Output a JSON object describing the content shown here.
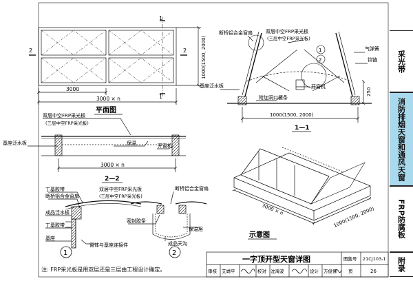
{
  "sidebar": {
    "tabs": [
      {
        "label": "采光带",
        "active": false
      },
      {
        "label": "消防排烟天窗和通风天窗",
        "active": true
      },
      {
        "label": "FRP防腐板",
        "active": false
      },
      {
        "label": "附录",
        "active": false
      }
    ]
  },
  "plan": {
    "title": "平面图",
    "dim_inner": "3000",
    "dim_total": "3000 × n",
    "dim_side": "1000(1500, 2000)",
    "section_mark_v": "1",
    "section_mark_h": "2"
  },
  "section22": {
    "title": "2—2",
    "label_panel_1": "双层中空FRP采光板",
    "label_panel_2": "(三层中空FRP采光板)",
    "label_base": "基座泛水板",
    "label_insulation": "保温",
    "label_opener": "开窗机",
    "dim_total": "3000 × n"
  },
  "section11": {
    "title": "1—1",
    "label_frame": "断桥铝合金窗扇",
    "label_panel_1": "双层中空FRP采光板",
    "label_panel_2": "(三层中空FRP采光板)",
    "label_spring": "气弹簧",
    "label_hinge": "铰链",
    "label_base": "基座泛水板",
    "label_opener": "开窗机",
    "label_purlin": "附加洞口檩条",
    "dim_250": "250",
    "dim_width": "1000(1500, 2000)",
    "callout_1": "1",
    "callout_2": "2"
  },
  "detail1": {
    "callout": "1",
    "label_panel_1": "双层中空FRP采光板",
    "label_panel_2": "(三层中空FRP采光板)",
    "label_tape": "丁基胶带",
    "label_frame": "断桥铝合金窗扇",
    "label_flashing": "成品泛水板",
    "label_tape2": "丁基胶带",
    "label_base": "基座",
    "label_bracket": "窗体与基座连接件"
  },
  "detail2": {
    "callout": "2",
    "label_frame": "断桥铝合金窗扇",
    "label_seal": "密封胶条",
    "label_insulation": "保温层",
    "label_gutter": "成品天沟"
  },
  "isometric": {
    "title": "示意图",
    "dim_length": "3000 × n",
    "dim_width": "1000(1500, 2000)"
  },
  "note": "注: FRP采光板是用双层还是三层由工程设计确定。",
  "titleblock": {
    "title": "一字顶开型天窗详图",
    "atlas_label": "图集号",
    "atlas_number": "21CJ103-1",
    "review_label": "审核",
    "reviewer": "艾靖平",
    "check_label": "校对",
    "checker": "沈海波",
    "design_label": "设计",
    "designer": "方俊保",
    "page_label": "页",
    "page_number": "26"
  }
}
